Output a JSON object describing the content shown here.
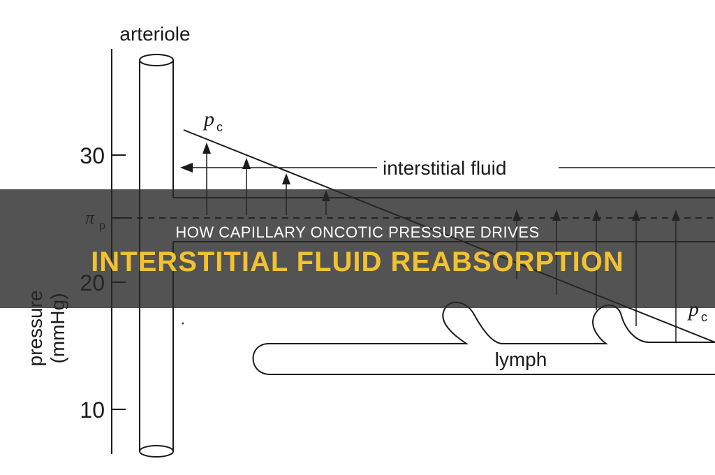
{
  "diagram": {
    "labels": {
      "arteriole": "arteriole",
      "interstitial_fluid": "interstitial fluid",
      "lymph": "lymph",
      "pc_upper": "p",
      "pc_upper_sub": "c",
      "pc_lower": "p",
      "pc_lower_sub": "c",
      "pi_p": "π",
      "pi_p_sub": "p",
      "axis_label_line1": "pressure",
      "axis_label_line2": "(mmHg)"
    },
    "ticks": [
      "30",
      "20",
      "10"
    ]
  },
  "banner": {
    "line1": "HOW CAPILLARY ONCOTIC PRESSURE DRIVES",
    "line2": "INTERSTITIAL FLUID REABSORPTION"
  },
  "colors": {
    "banner_bg": "#282828",
    "banner_text": "#ffffff",
    "banner_accent": "#f2c230",
    "ink": "#1a1a1a"
  }
}
